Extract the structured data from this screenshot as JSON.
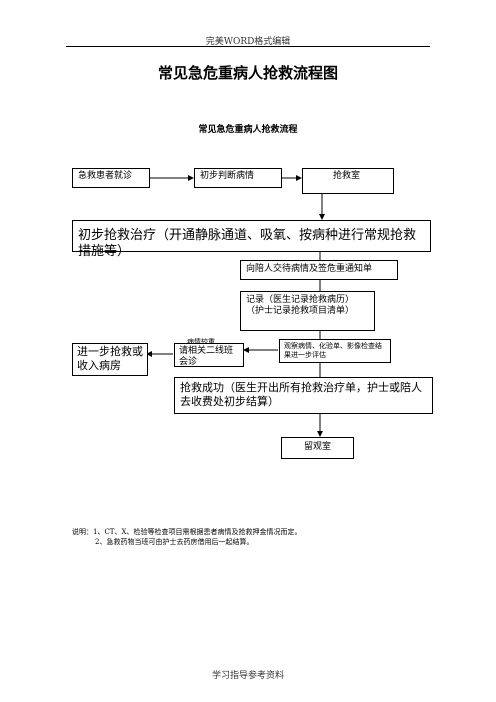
{
  "header": "完美WORD格式编辑",
  "title": "常见急危重病人抢救流程图",
  "subtitle": "常见急危重病人抢救流程",
  "nodes": {
    "arrival": "急救患者就诊",
    "assess": "初步判断病情",
    "rescue_room": "抢救室",
    "initial_treatment": "初步抢救治疗（开通静脉通道、吸氧、按病种进行常规抢救措施等）",
    "notify_family": "向陪人交待病情及签危重通知单",
    "records": "记录（医生记录抢救病历）\n（护士记录抢救项目清单）",
    "observe": "观察病情、化验单、影像检查结果进一步评估",
    "consult": "请相关二线班会诊",
    "further": "进一步抢救或收入病房",
    "success": "抢救成功（医生开出所有抢救治疗单，护士或陪人去收费处初步结算）",
    "observation_room": "留观室"
  },
  "side_label": "病情较重",
  "notes": [
    "说明：1、CT、X、检验等检查项目需根据患者病情及抢救押金情况而定。",
    "2、急救药物当班可由护士去药房借用后一起结算。"
  ],
  "footer": "学习指导参考资料"
}
